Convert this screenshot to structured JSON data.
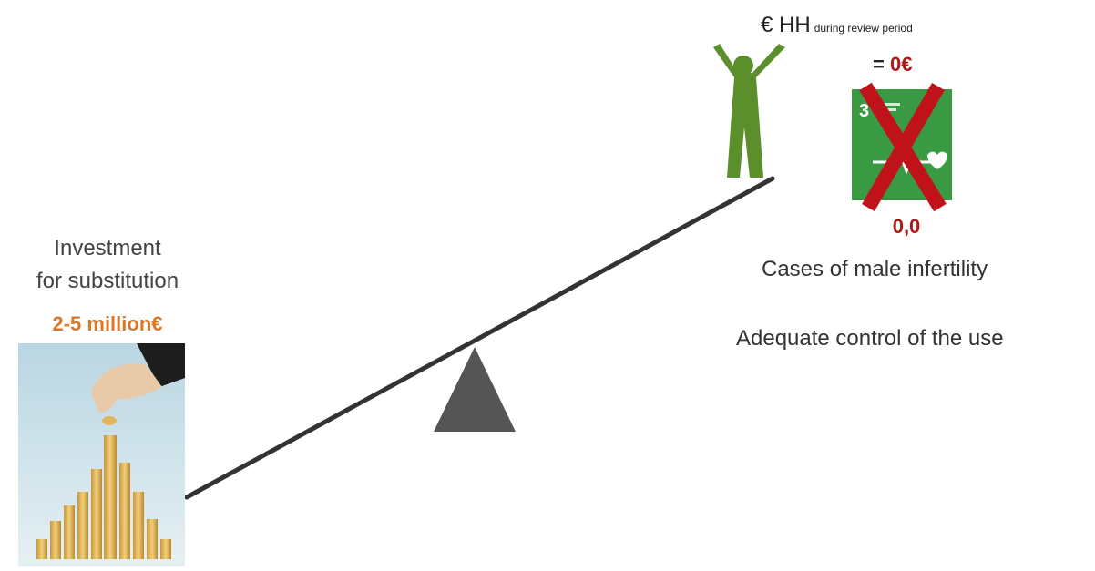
{
  "left": {
    "title_line1": "Investment",
    "title_line2": "for substitution",
    "amount": "2-5 million€"
  },
  "right": {
    "hh_prefix": "€ HH",
    "hh_suffix": "during review period",
    "hh_value_prefix": "= ",
    "hh_value": "0€",
    "sdg_number": "3",
    "cases_value": "0,0",
    "cases_label": "Cases of male infertility",
    "control_label": "Adequate control of the use"
  },
  "colors": {
    "amount": "#d9782b",
    "red": "#b01818",
    "figure_green": "#5a8f2c",
    "sdg_green": "#3a9a43",
    "fulcrum": "#555555"
  },
  "icons": [
    "coins-hand-image",
    "person-celebrating-icon",
    "sdg3-good-health-icon",
    "red-cross-mark-icon",
    "fulcrum-triangle-icon"
  ]
}
